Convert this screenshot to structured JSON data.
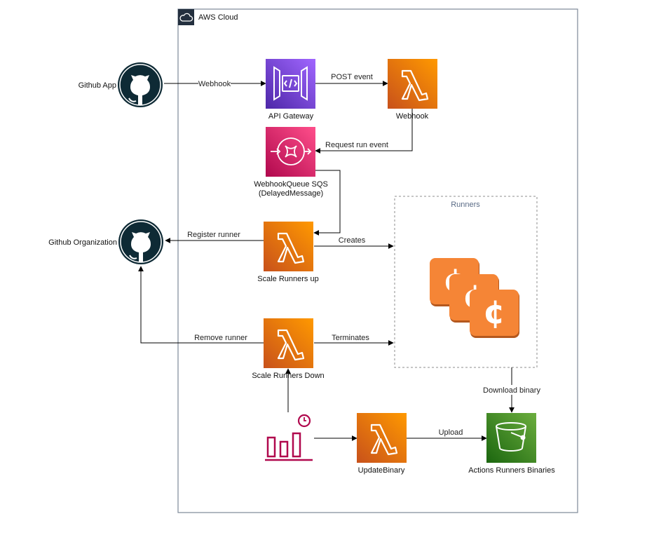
{
  "cloud": {
    "label": "AWS Cloud"
  },
  "nodes": {
    "github_app": {
      "label": "Github App"
    },
    "github_org": {
      "label": "Github Organization"
    },
    "api_gateway": {
      "label": "API Gateway"
    },
    "webhook_lambda": {
      "label": "Webhook"
    },
    "sqs": {
      "label_line1": "WebhookQueue SQS",
      "label_line2": "(DelayedMessage)"
    },
    "scale_up": {
      "label": "Scale Runners up"
    },
    "scale_down": {
      "label": "Scale Runners Down"
    },
    "runners_group": {
      "label": "Runners"
    },
    "update_binary": {
      "label": "UpdateBinary"
    },
    "bucket": {
      "label": "Actions Runners Binaries"
    }
  },
  "edges": {
    "webhook": "Webhook",
    "post_event": "POST event",
    "request_run_event": "Request run event",
    "register_runner": "Register runner",
    "creates": "Creates",
    "remove_runner": "Remove runner",
    "terminates": "Terminates",
    "download_binary": "Download binary",
    "upload": "Upload"
  },
  "colors": {
    "lambda_top": "#f79a1e",
    "lambda_bottom": "#d05c17",
    "api_top": "#945df2",
    "api_bottom": "#5a30b5",
    "sqs_top": "#ff4f8b",
    "sqs_bottom": "#bc1356",
    "s3_top": "#60a337",
    "s3_bottom": "#277116",
    "ec2": "#f58536",
    "cloudwatch": "#b0084d",
    "github": "#0e2a35"
  }
}
